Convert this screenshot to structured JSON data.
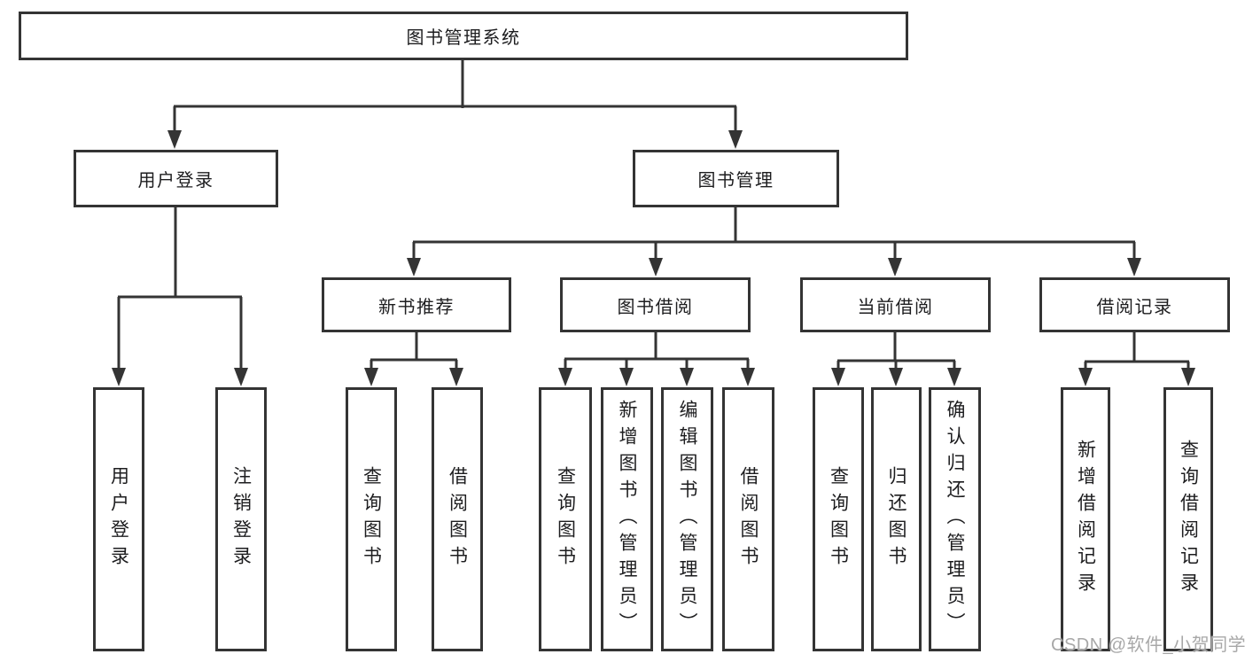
{
  "colors": {
    "line": "#343434",
    "box_border": "#343434",
    "text": "#1d1d1f",
    "watermark": "#a8a8a8",
    "background": "#ffffff"
  },
  "watermark": "CSDN @软件_小贺同学",
  "tree": {
    "label": "图书管理系统",
    "children": [
      {
        "label": "用户登录",
        "children": [
          {
            "label": "用户登录"
          },
          {
            "label": "注销登录"
          }
        ]
      },
      {
        "label": "图书管理",
        "children": [
          {
            "label": "新书推荐",
            "children": [
              {
                "label": "查询图书"
              },
              {
                "label": "借阅图书"
              }
            ]
          },
          {
            "label": "图书借阅",
            "children": [
              {
                "label": "查询图书"
              },
              {
                "label": "新增图书（管理员）"
              },
              {
                "label": "编辑图书（管理员）"
              },
              {
                "label": "借阅图书"
              }
            ]
          },
          {
            "label": "当前借阅",
            "children": [
              {
                "label": "查询图书"
              },
              {
                "label": "归还图书"
              },
              {
                "label": "确认归还（管理员）"
              }
            ]
          },
          {
            "label": "借阅记录",
            "children": [
              {
                "label": "新增借阅记录"
              },
              {
                "label": "查询借阅记录"
              }
            ]
          }
        ]
      }
    ]
  }
}
